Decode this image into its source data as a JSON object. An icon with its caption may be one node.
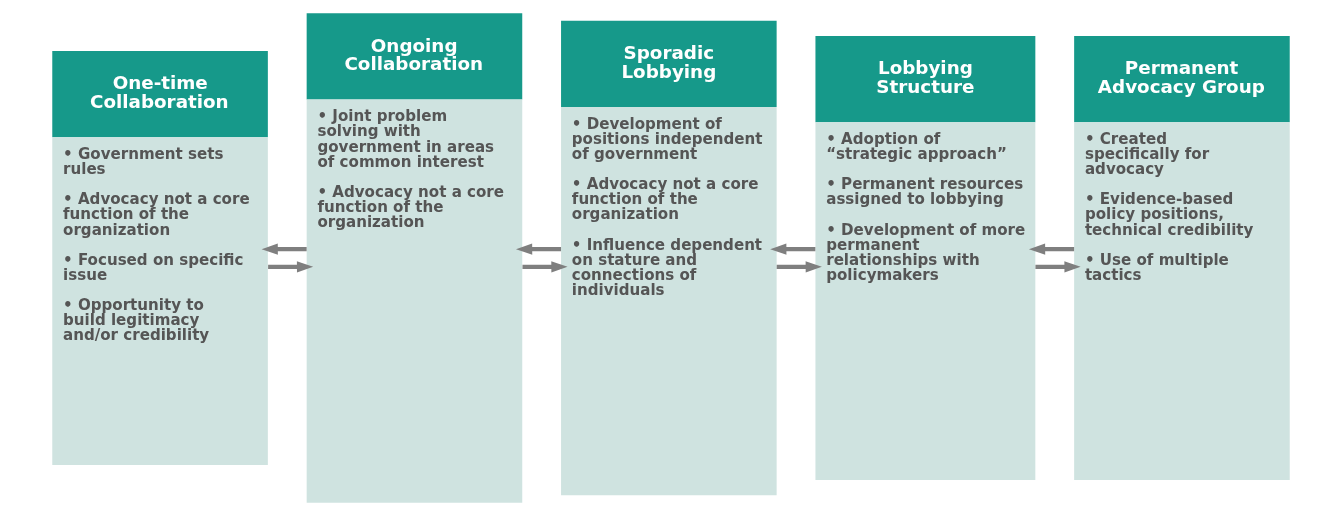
{
  "diagram": {
    "nodes": [
      {
        "text": [
          "One-time Collaboration",
          "• Government sets rules",
          "• Advocacy not a core function of the organization",
          "• Focused on specific issue",
          "• Opportunity to build legitimacy and/or credibility"
        ]
      },
      {
        "text": [
          "Ongoing Collaboration",
          "• Joint problem solving with government in areas of common interest",
          "• Advocacy not a core function of the organization"
        ]
      },
      {
        "text": [
          "Sporadic Lobbying",
          "• Development of positions independent of government",
          "• Advocacy not a core function of the organization",
          "• Influence dependent on stature and connections of individuals"
        ]
      },
      {
        "text": [
          "Lobbying Structure",
          "• Adoption of “strategic approach”",
          "• Permanent resources assigned to lobbying",
          "• Development of more permanent relationships with policymakers"
        ]
      },
      {
        "text": [
          "Permanent Advocacy Group",
          "• Created specifically for advocacy",
          "• Evidence-based policy positions, technical credibility",
          "• Use of multiple tactics"
        ]
      }
    ],
    "edges": [
      {
        "from": 0,
        "to": 1,
        "arrow": "to"
      },
      {
        "from": 1,
        "to": 0,
        "arrow": "to"
      },
      {
        "from": 1,
        "to": 2,
        "arrow": "to"
      },
      {
        "from": 2,
        "to": 1,
        "arrow": "to"
      },
      {
        "from": 2,
        "to": 3,
        "arrow": "to"
      },
      {
        "from": 3,
        "to": 2,
        "arrow": "to"
      },
      {
        "from": 3,
        "to": 4,
        "arrow": "to"
      },
      {
        "from": 4,
        "to": 3,
        "arrow": "to"
      }
    ]
  }
}
